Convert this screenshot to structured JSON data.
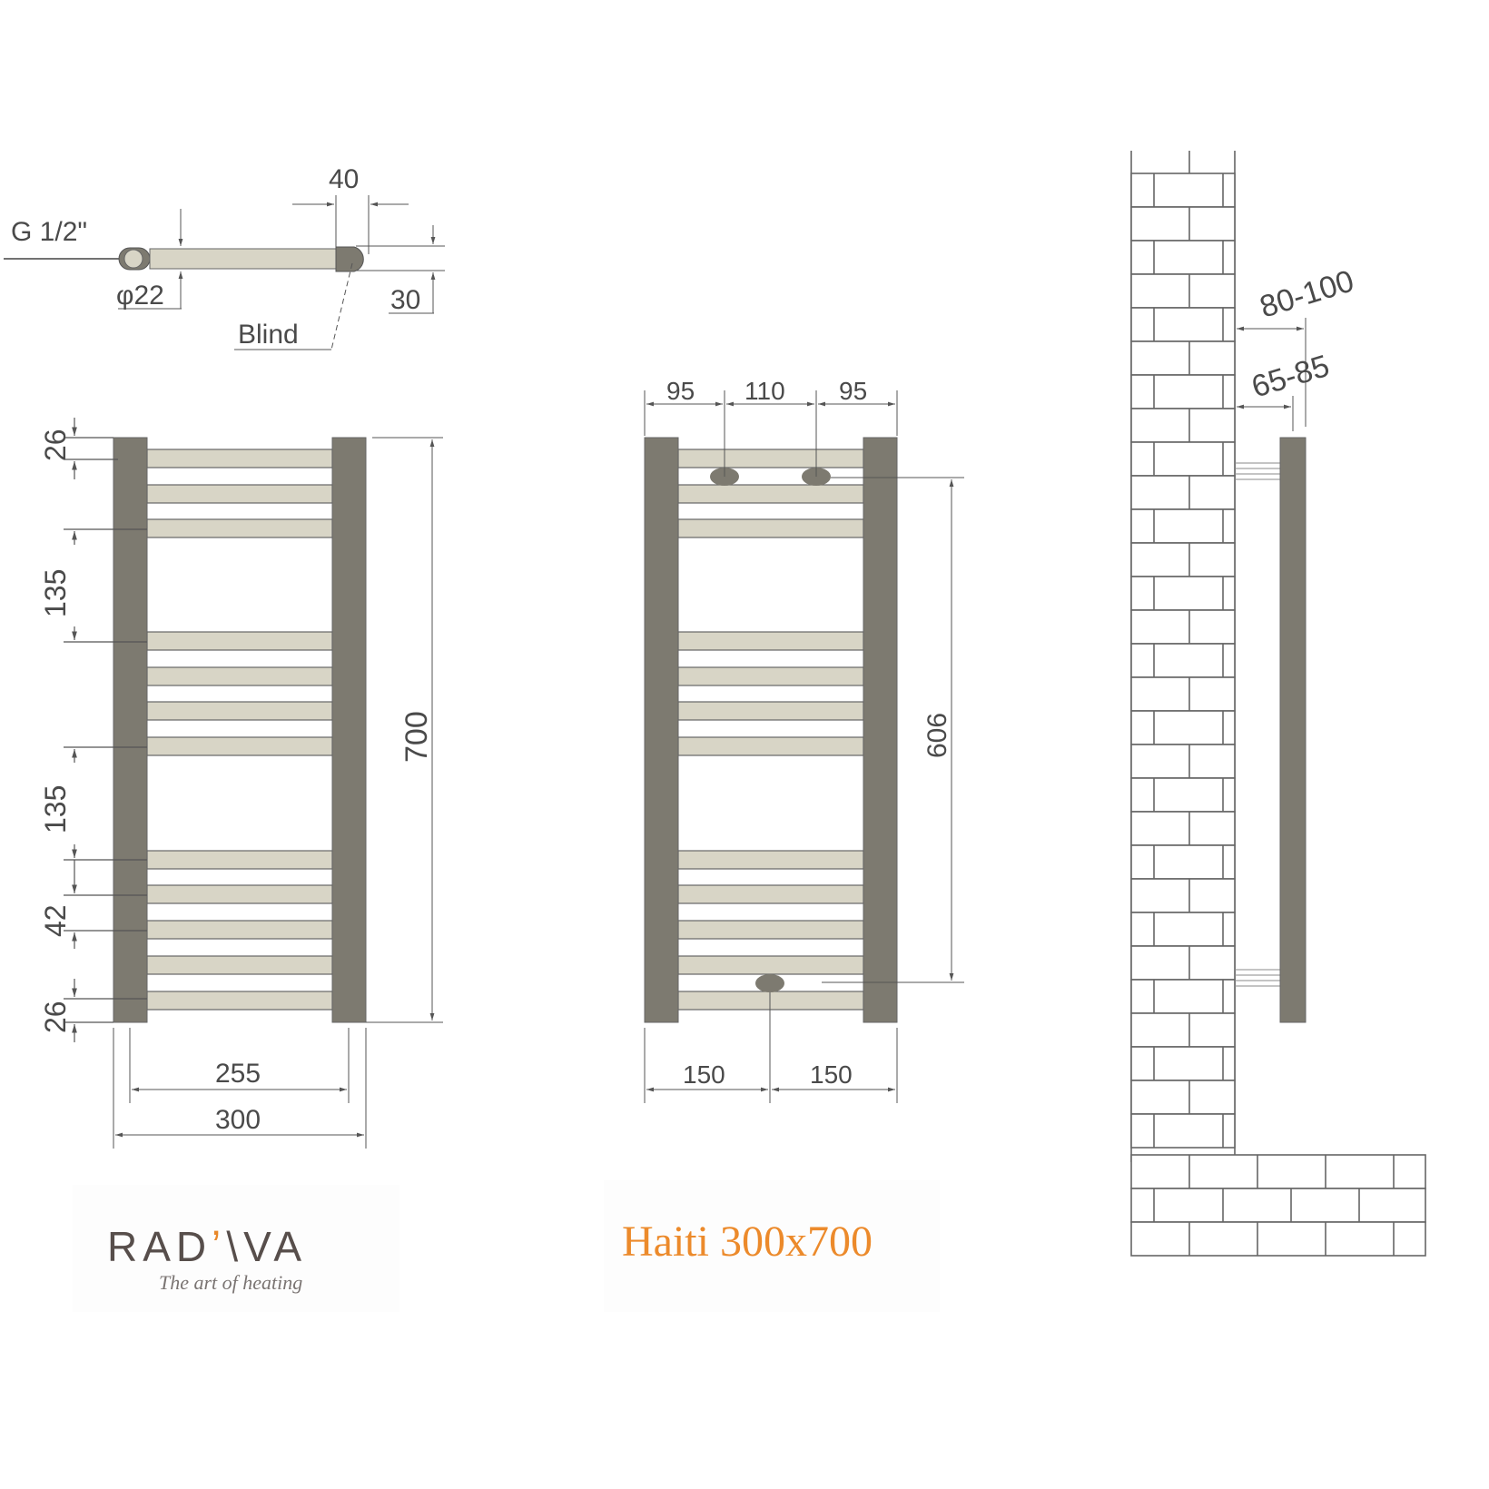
{
  "colors": {
    "rail": "#7d7a70",
    "bar": "#d8d5c6",
    "line": "#555555",
    "text": "#4a4a4a",
    "brand_text": "#574e4b",
    "brand_accent": "#e8882a",
    "model_title": "#ec8a2b"
  },
  "top_view": {
    "connection_label": "G 1/2\"",
    "pipe_diameter_label": "φ22",
    "depth_label": "40",
    "height_label": "30",
    "blind_label": "Blind"
  },
  "front_view": {
    "dims_left": [
      "26",
      "135",
      "135",
      "42",
      "26"
    ],
    "height_label": "700",
    "inner_width_label": "255",
    "outer_width_label": "300"
  },
  "connection_view": {
    "top_spacing": [
      "95",
      "110",
      "95"
    ],
    "vertical_label": "606",
    "bottom_spacing": [
      "150",
      "150"
    ]
  },
  "side_view": {
    "wall_distance_outer": "80-100",
    "wall_distance_inner": "65-85"
  },
  "branding": {
    "brand_prefix": "RAD",
    "brand_accent": "ʼ",
    "brand_suffix": "\\VA",
    "tagline": "The art of heating",
    "model_title": "Haiti 300x700"
  }
}
